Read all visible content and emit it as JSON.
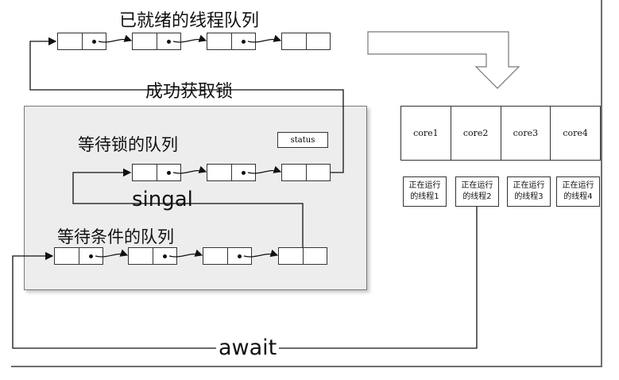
{
  "titles": {
    "ready_queue": "已就绪的线程队列",
    "lock_acquired": "成功获取锁",
    "lock_wait_queue": "等待锁的队列",
    "signal": "singal",
    "condition_queue": "等待条件的队列",
    "await": "await"
  },
  "status_label": "status",
  "cores": [
    "core1",
    "core2",
    "core3",
    "core4"
  ],
  "running_threads": [
    [
      "正在运行",
      "的线程1"
    ],
    [
      "正在运行",
      "的线程2"
    ],
    [
      "正在运行",
      "的线程3"
    ],
    [
      "正在运行",
      "的线程4"
    ]
  ]
}
